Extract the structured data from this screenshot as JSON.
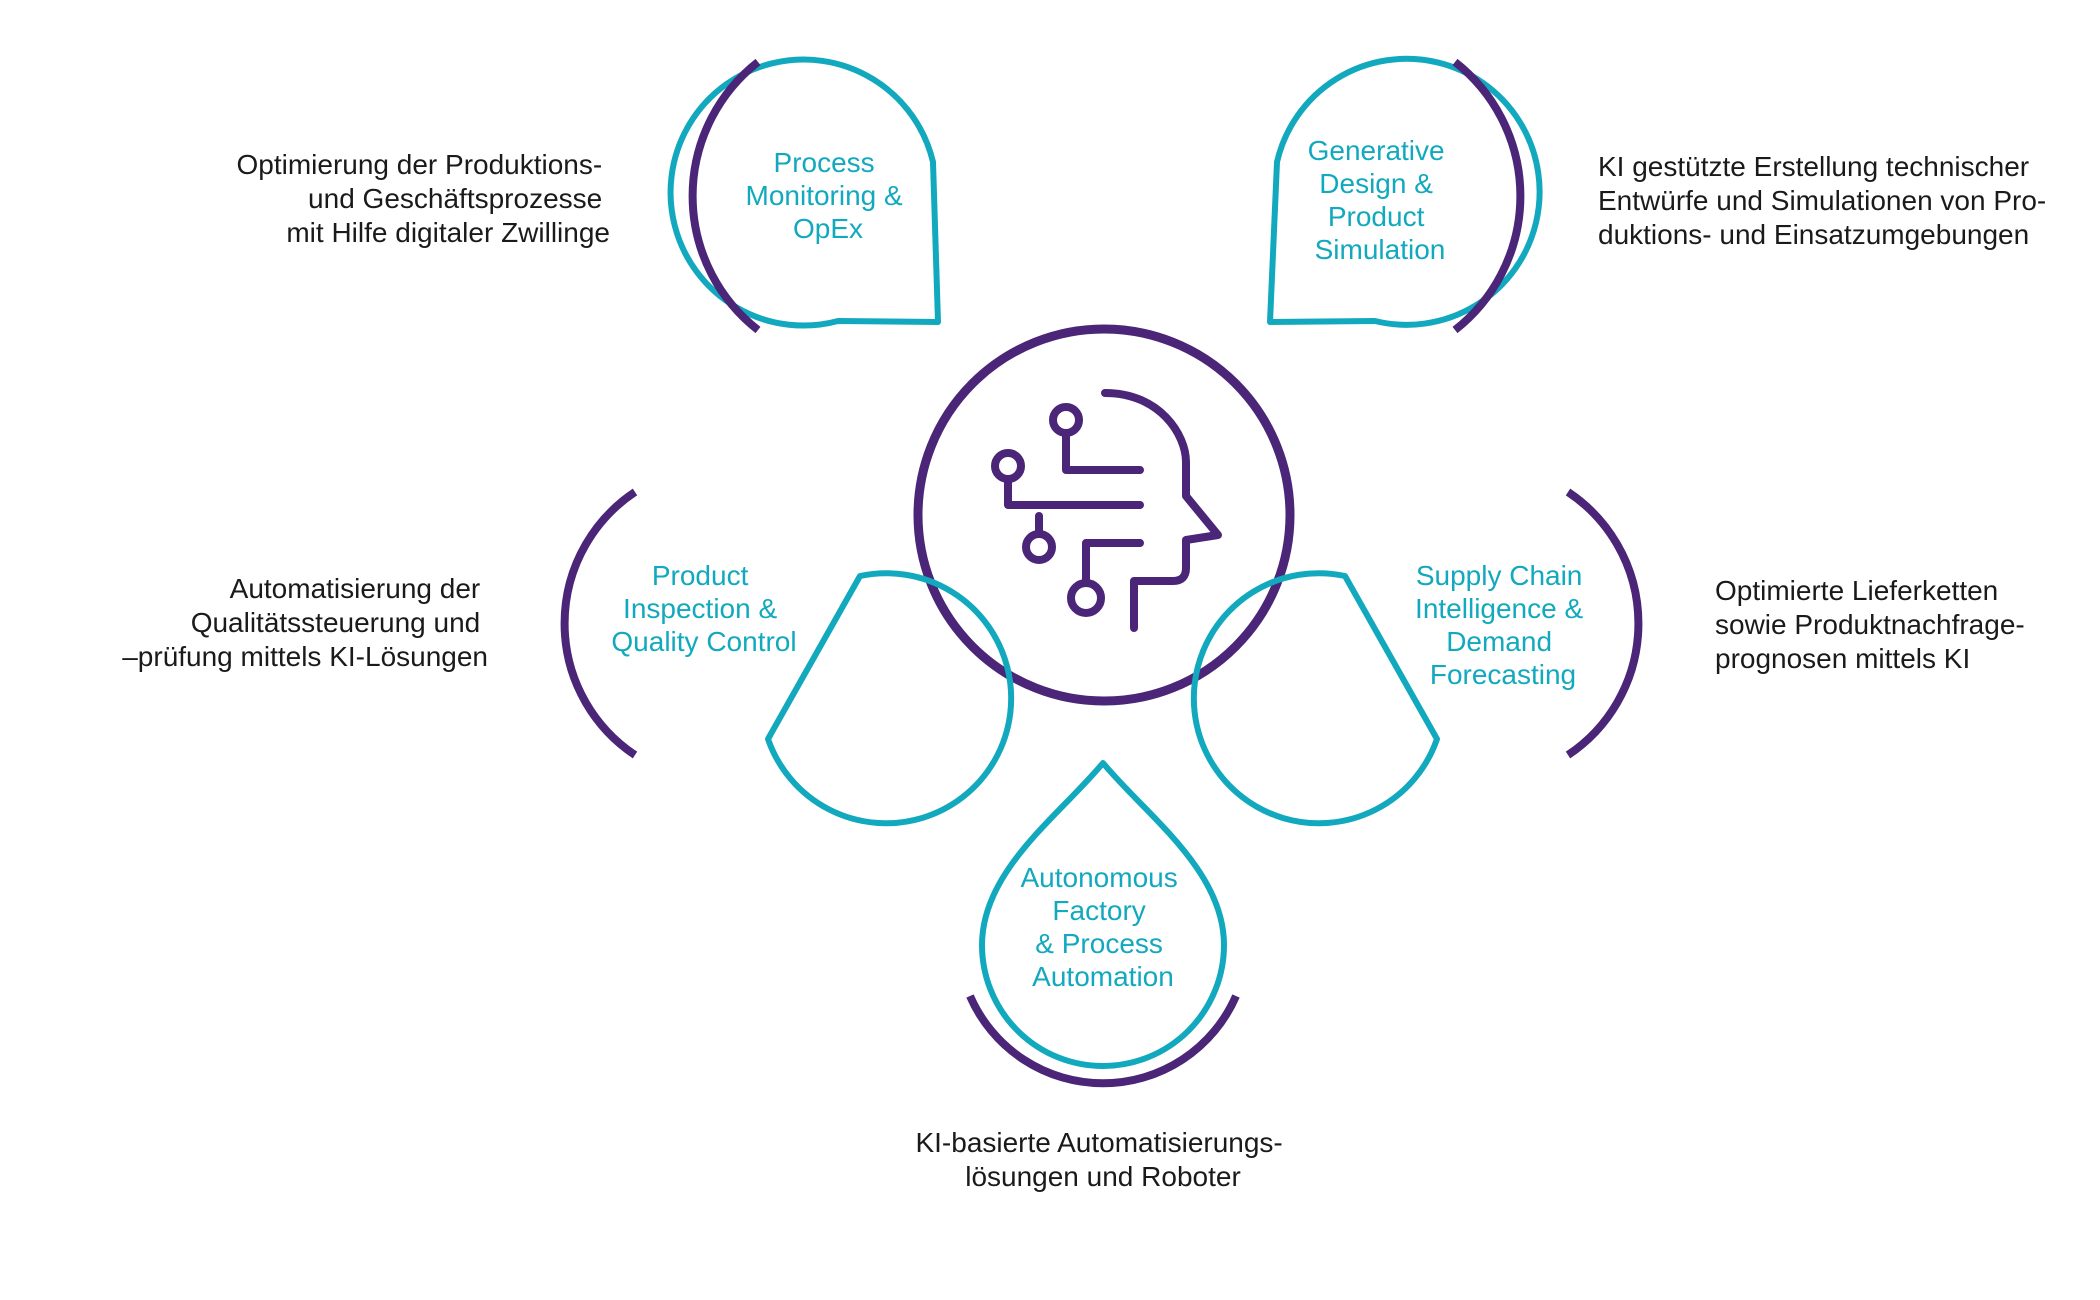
{
  "colors": {
    "teal": "#12a9be",
    "purple": "#4b2577",
    "text": "#1a1a1a",
    "background": "#ffffff"
  },
  "center": {
    "icon": "ai-head-circuit-icon"
  },
  "nodes": {
    "process": {
      "label": [
        "Process",
        "Monitoring &",
        "OpEx"
      ],
      "description": [
        "Optimierung der Produktions-",
        "und Geschäftsprozesse",
        "mit Hilfe digitaler Zwillinge"
      ]
    },
    "generative": {
      "label": [
        "Generative",
        "Design &",
        "Product",
        "Simulation"
      ],
      "description": [
        "KI gestützte Erstellung technischer",
        "Entwürfe und Simulationen von Pro-",
        "duktions- und Einsatzumgebungen"
      ]
    },
    "inspection": {
      "label": [
        "Product",
        "Inspection &",
        "Quality Control"
      ],
      "description": [
        "Automatisierung der",
        "Qualitätssteuerung und",
        "–prüfung mittels KI-Lösungen"
      ]
    },
    "supply": {
      "label": [
        "Supply Chain",
        "Intelligence &",
        "Demand",
        "Forecasting"
      ],
      "description": [
        "Optimierte Lieferketten",
        "sowie Produktnachfrage-",
        "prognosen mittels KI"
      ]
    },
    "autonomous": {
      "label": [
        "Autonomous",
        "Factory",
        "& Process",
        "Automation"
      ],
      "description": [
        "KI-basierte Automatisierungs-",
        "lösungen und Roboter"
      ]
    }
  }
}
